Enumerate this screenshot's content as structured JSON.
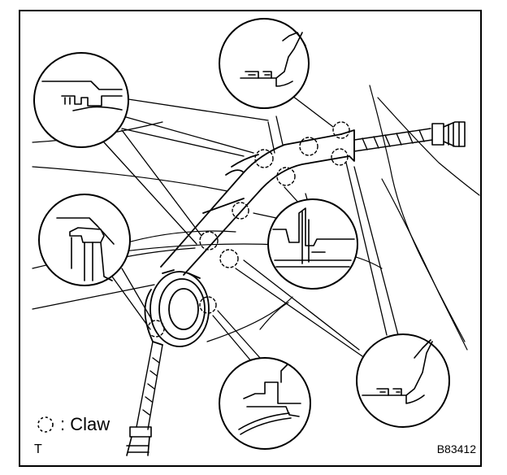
{
  "figure": {
    "code": "B83412",
    "corner_mark": "T",
    "legend": {
      "icon": "dashed-circle-icon",
      "label": ": Claw"
    }
  },
  "colors": {
    "line": "#000000",
    "background": "#ffffff"
  }
}
